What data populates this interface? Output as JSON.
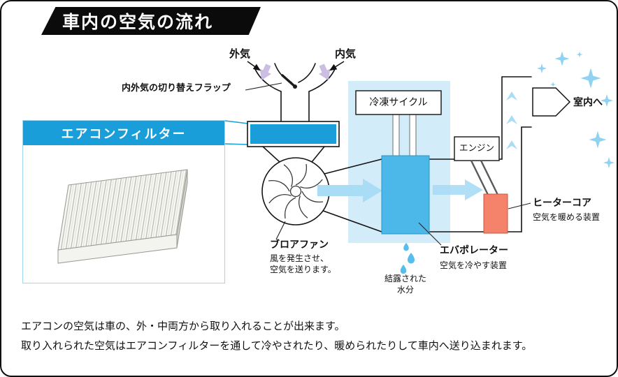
{
  "banner": {
    "title": "車内の空気の流れ"
  },
  "filter_panel": {
    "title": "エアコンフィルター"
  },
  "diagram": {
    "outside_air": "外気",
    "inside_air": "内気",
    "flap_label": "内外気の切り替えフラップ",
    "refrigeration_cycle": "冷凍サイクル",
    "engine": "エンジン",
    "to_cabin": "室内へ",
    "heater_core_label": "ヒーターコア",
    "heater_core_desc": "空気を暖める装置",
    "blower_fan_label": "ブロアファン",
    "blower_fan_desc1": "風を発生させ、",
    "blower_fan_desc2": "空気を送ります。",
    "evaporator_label": "エバポレーター",
    "evaporator_desc": "空気を冷やす装置",
    "condensation_line1": "結露された",
    "condensation_line2": "水分"
  },
  "footer": {
    "line1": "エアコンの空気は車の、外・中両方から取り入れることが出来ます。",
    "line2": "取り入れられた空気はエアコンフィルターを通して冷やされたり、暖められたりして車内へ送り込まれます。"
  },
  "colors": {
    "accent_blue": "#1a9ed9",
    "cycle_bg": "#d3ecf9",
    "evaporator_blue": "#4cb8ea",
    "heater_orange": "#f5826a",
    "flow_arrow": "#a9dcf5",
    "intake_arrow": "#c7b6e0",
    "water_drop": "#56bdec",
    "sparkle": "#8fd2f2"
  }
}
